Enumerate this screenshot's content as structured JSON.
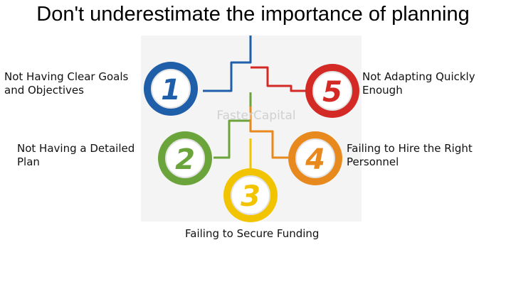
{
  "title": "Don't underestimate the importance of planning",
  "watermark": "FasterCapital",
  "steps": [
    {
      "number": "1",
      "label_line1": "Not Having Clear Goals",
      "label_line2": "and Objectives",
      "color": "#1f5ea8"
    },
    {
      "number": "2",
      "label_line1": "Not Having a Detailed",
      "label_line2": "Plan",
      "color": "#6aa43a"
    },
    {
      "number": "3",
      "label_line1": "Failing to Secure Funding",
      "label_line2": "",
      "color": "#f2c400"
    },
    {
      "number": "4",
      "label_line1": "Failing to Hire the Right",
      "label_line2": "Personnel",
      "color": "#e8891e"
    },
    {
      "number": "5",
      "label_line1": "Not Adapting Quickly",
      "label_line2": "Enough",
      "color": "#d42a26"
    }
  ]
}
